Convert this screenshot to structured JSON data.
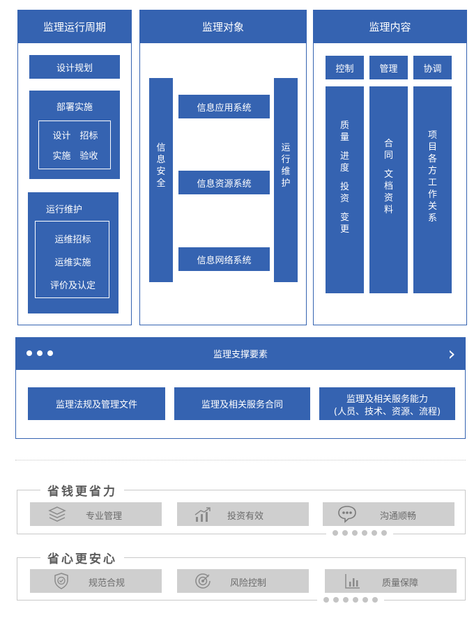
{
  "col1": {
    "title": "监理运行周期",
    "design": "设计规划",
    "deploy": {
      "title": "部署实施",
      "line1": "设计　招标",
      "line2": "实施　验收"
    },
    "ops": {
      "title": "运行维护",
      "items": [
        "运维招标",
        "运维实施",
        "评价及认定"
      ]
    }
  },
  "col2": {
    "title": "监理对象",
    "left_bar": [
      "信",
      "息",
      "安",
      "全"
    ],
    "right_bar": [
      "运",
      "行",
      "维",
      "护"
    ],
    "systems": [
      "信息应用系统",
      "信息资源系统",
      "信息网络系统"
    ]
  },
  "col3": {
    "title": "监理内容",
    "tags": [
      "控制",
      "管理",
      "协调"
    ],
    "control": [
      "质",
      "量",
      "",
      "进",
      "度",
      "",
      "投",
      "资",
      "",
      "变",
      "更"
    ],
    "manage": [
      "合",
      "同",
      "",
      "文",
      "档",
      "资",
      "料"
    ],
    "coord": [
      "项",
      "目",
      "各",
      "方",
      "工",
      "作",
      "关",
      "系"
    ]
  },
  "support": {
    "title": "监理支撑要素",
    "arrow": "›",
    "items": [
      "监理法规及管理文件",
      "监理及相关服务合同"
    ],
    "item3_line1": "监理及相关服务能力",
    "item3_line2": "(人员、技术、资源、流程)"
  },
  "sec1": {
    "title": "省钱更省力",
    "items": [
      {
        "label": "专业管理",
        "icon": "layers-icon"
      },
      {
        "label": "投资有效",
        "icon": "growth-chart-icon"
      },
      {
        "label": "沟通顺畅",
        "icon": "speech-bubble-icon"
      }
    ]
  },
  "sec2": {
    "title": "省心更安心",
    "items": [
      {
        "label": "规范合规",
        "icon": "shield-check-icon"
      },
      {
        "label": "风险控制",
        "icon": "target-icon"
      },
      {
        "label": "质量保障",
        "icon": "bar-chart-icon"
      }
    ]
  },
  "colors": {
    "primary": "#3563b1",
    "gray": "#cfcfcf"
  }
}
